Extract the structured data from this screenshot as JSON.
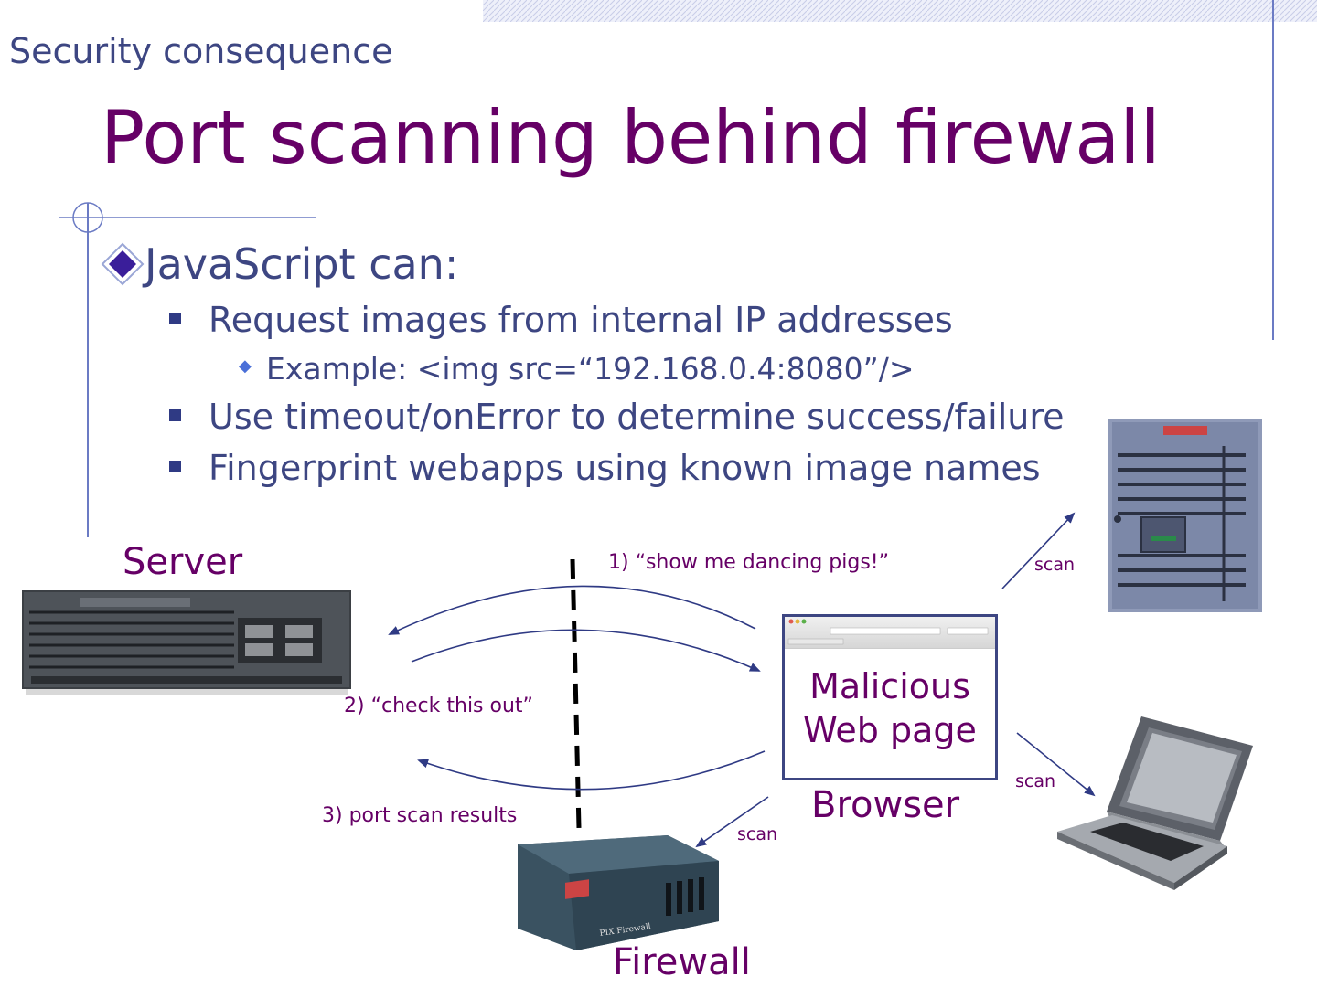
{
  "slide": {
    "eyebrow": "Security consequence",
    "title": "Port scanning behind firewall"
  },
  "bullets": {
    "level1": "JavaScript can:",
    "items": [
      {
        "text": "Request images from internal IP addresses"
      },
      {
        "text": "Use timeout/onError to determine success/failure"
      },
      {
        "text": "Fingerprint webapps using known image names"
      }
    ],
    "example": "Example:  <img src=“192.168.0.4:8080”/>"
  },
  "diagram": {
    "server_label": "Server",
    "firewall_label": "Firewall",
    "browser_label": "Browser",
    "browser_content": [
      "Malicious",
      "Web page"
    ],
    "step1": "1) “show me dancing pigs!”",
    "step2": "2) “check this out”",
    "step3": "3) port scan results",
    "scan_label": "scan"
  },
  "colors": {
    "title": "#660066",
    "body_text": "#3d4682",
    "accent": "#2f3a84"
  }
}
